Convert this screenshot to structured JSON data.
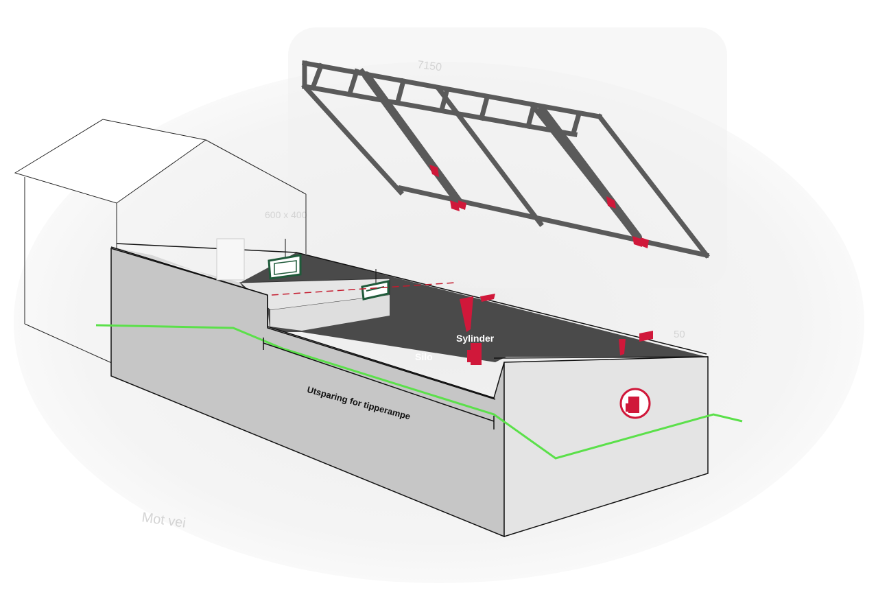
{
  "labels": {
    "sylinder": "Sylinder",
    "silo": "Silo",
    "utsparing": "Utsparing for tipperampe",
    "mot_vei": "Mot vei",
    "frame_width": "7150",
    "faint_dim": "600 x 400",
    "faint_right": "50"
  },
  "colors": {
    "wall": "#c6c6c6",
    "wall_dark": "#b4b4b4",
    "floor": "#4a4a4a",
    "frame": "#5a5a5a",
    "ground_line": "#5be04a",
    "cylinder_red": "#d0183a",
    "hatch_green": "#1f5a3a"
  },
  "icons": {
    "cylinder": "cylinder-icon",
    "badge": "cylinder-badge-icon"
  }
}
